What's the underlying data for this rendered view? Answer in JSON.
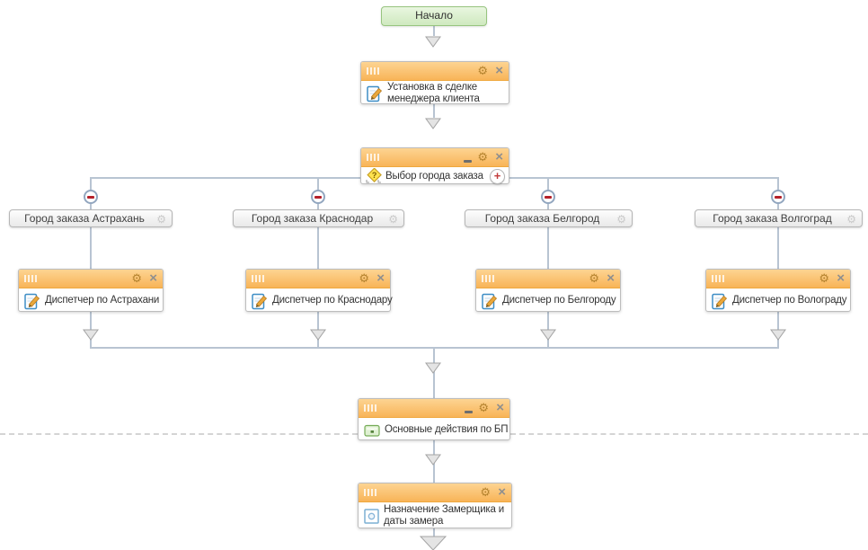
{
  "palette": {
    "header_orange_top": "#fdd492",
    "header_orange_bottom": "#f8b458",
    "start_green": "#cfe9bf",
    "connector": "#b8c4d2",
    "collapse_red": "#b5212a",
    "add_red": "#c23b3b"
  },
  "icons": {
    "gear": "⚙",
    "close": "×",
    "add": "+"
  },
  "start": {
    "label": "Начало"
  },
  "activities": {
    "set_manager": {
      "title": "Установка в сделке менеджера клиента"
    },
    "choose_city": {
      "title": "Выбор города заказа"
    },
    "main_actions": {
      "title": "Основные действия по БП"
    },
    "assign_measurer": {
      "title": "Назначение Замерщика и даты замера"
    }
  },
  "branches": [
    {
      "condition": "Город заказа Астрахань",
      "activity": "Диспетчер по Астрахани"
    },
    {
      "condition": "Город заказа Краснодар",
      "activity": "Диспетчер по Краснодару"
    },
    {
      "condition": "Город заказа Белгород",
      "activity": "Диспетчер по Белгороду"
    },
    {
      "condition": "Город заказа Волгоград",
      "activity": "Диспетчер по Волограду"
    }
  ]
}
